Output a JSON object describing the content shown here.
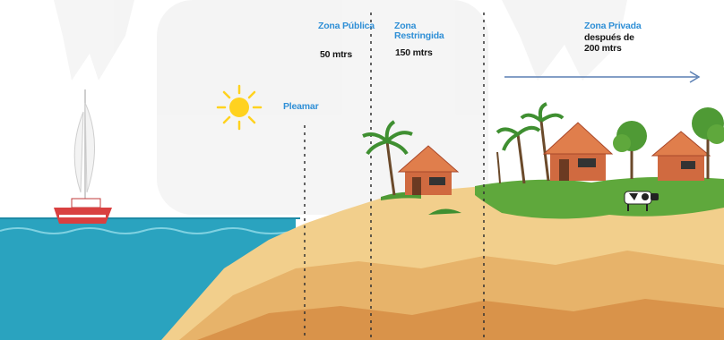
{
  "colors": {
    "sky": "#ffffff",
    "sea": "#2aa3bf",
    "sea_light": "#55bfd4",
    "sand": "#f2cf8c",
    "sand_dark": "#e7b36a",
    "sand_deep": "#d9934a",
    "grass": "#5fa83c",
    "label_blue": "#2f8fd6",
    "label_dark": "#161616",
    "roof": "#c9643a",
    "sun": "#ffd21f"
  },
  "labels": {
    "zona_publica_title": "Zona Pública",
    "zona_publica_value": "50 mtrs",
    "zona_restringida_title": "Zona Restringida",
    "zona_restringida_value": "150 mtrs",
    "zona_privada_title": "Zona Privada",
    "zona_privada_line1": "después de",
    "zona_privada_line2": "200 mtrs",
    "pleamar": "Pleamar"
  },
  "icons": [
    "sun-icon",
    "sailboat-icon",
    "palm-tree-icon",
    "house-icon",
    "tree-icon",
    "cow-icon",
    "arrow-right-icon"
  ]
}
